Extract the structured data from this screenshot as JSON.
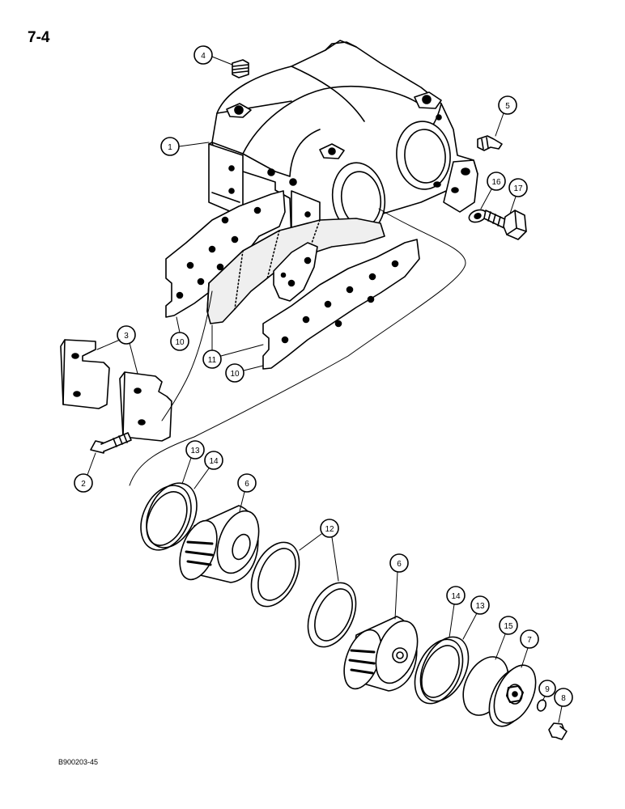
{
  "page_number": "7-4",
  "figure_code": "B900203-45",
  "callouts": {
    "c1": "1",
    "c2": "2",
    "c3": "3",
    "c4": "4",
    "c5": "5",
    "c6a": "6",
    "c6b": "6",
    "c7": "7",
    "c8": "8",
    "c9": "9",
    "c10a": "10",
    "c10b": "10",
    "c11": "11",
    "c12": "12",
    "c13a": "13",
    "c13b": "13",
    "c14a": "14",
    "c14b": "14",
    "c15": "15",
    "c16": "16",
    "c17": "17"
  }
}
